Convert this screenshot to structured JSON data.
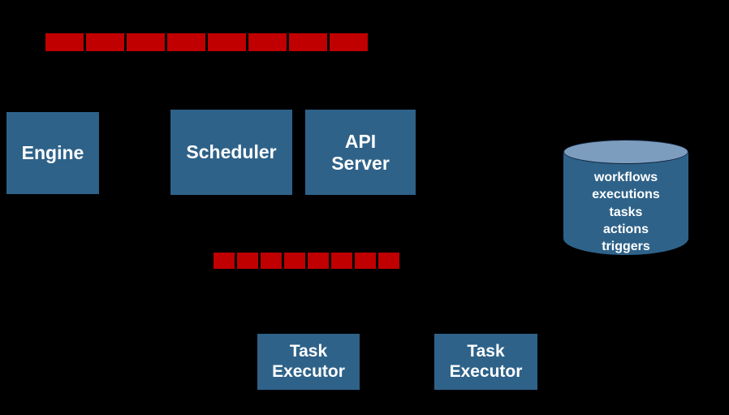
{
  "diagram": {
    "background_color": "#000000",
    "accent_blue": "#2E6289",
    "accent_blue_light": "#7D9DBF",
    "accent_red": "#C00000",
    "queues": [
      {
        "name": "top-message-queue",
        "segment_count": 8,
        "segments": [
          "",
          "",
          "",
          "",
          "",
          "",
          "",
          ""
        ]
      },
      {
        "name": "middle-message-queue",
        "segment_count": 8,
        "segments": [
          "",
          "",
          "",
          "",
          "",
          "",
          "",
          ""
        ]
      }
    ],
    "components": [
      {
        "id": "engine",
        "label": "Engine"
      },
      {
        "id": "scheduler",
        "label": "Scheduler"
      },
      {
        "id": "api_server",
        "label": "API\nServer"
      },
      {
        "id": "task_executor_1",
        "label": "Task\nExecutor"
      },
      {
        "id": "task_executor_2",
        "label": "Task\nExecutor"
      }
    ],
    "database": {
      "name": "database-cylinder",
      "tables": [
        "workflows",
        "executions",
        "tasks",
        "actions",
        "triggers"
      ]
    }
  }
}
